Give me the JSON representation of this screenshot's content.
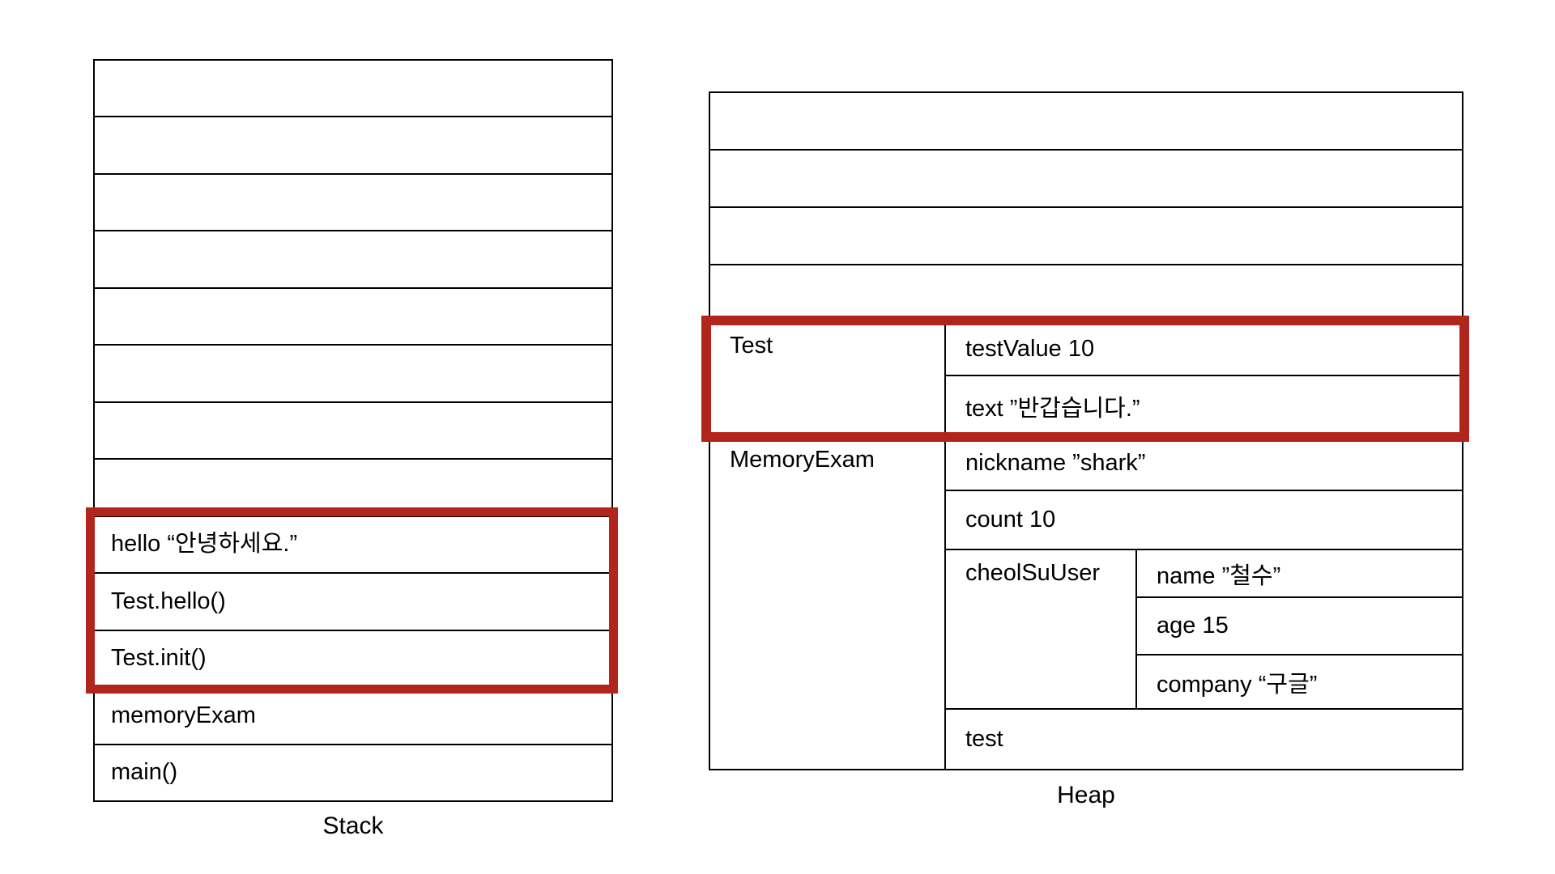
{
  "colors": {
    "highlight_red": "#B2251C",
    "grid_line": "#000000",
    "background": "#FFFFFF"
  },
  "stack": {
    "caption": "Stack",
    "empty_row_count": 8,
    "frames": [
      "hello “안녕하세요.”",
      "Test.hello()",
      "Test.init()",
      "memoryExam",
      "main()"
    ],
    "highlight_covers": [
      "hello “안녕하세요.”",
      "Test.hello()",
      "Test.init()"
    ]
  },
  "heap": {
    "caption": "Heap",
    "empty_row_count": 4,
    "objects": [
      {
        "name": "Test",
        "fields": [
          "testValue 10",
          "text ”반갑습니다.”"
        ],
        "highlighted": true
      },
      {
        "name": "MemoryExam",
        "fields_before_nested": [
          "nickname ”shark”",
          "count 10"
        ],
        "nested": {
          "name": "cheolSuUser",
          "fields": [
            "name ”철수”",
            "age 15",
            "company “구글”"
          ]
        },
        "fields_after_nested": [
          "test"
        ],
        "highlighted": false
      }
    ]
  }
}
